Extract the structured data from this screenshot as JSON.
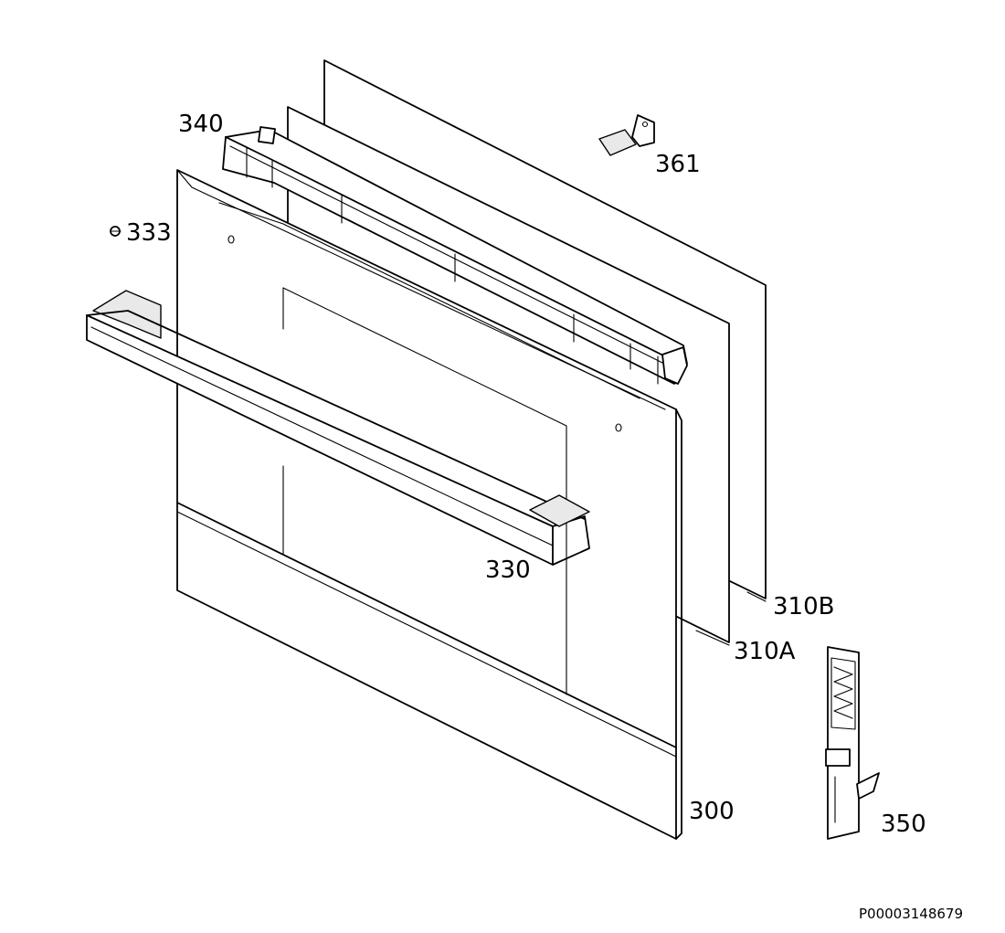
{
  "diagram": {
    "reference_code": "P00003148679",
    "parts": [
      {
        "id": "310B",
        "label": "310B"
      },
      {
        "id": "310A",
        "label": "310A"
      },
      {
        "id": "340",
        "label": "340"
      },
      {
        "id": "361",
        "label": "361"
      },
      {
        "id": "333",
        "label": "333"
      },
      {
        "id": "330",
        "label": "330"
      },
      {
        "id": "300",
        "label": "300"
      },
      {
        "id": "350",
        "label": "350"
      }
    ]
  }
}
